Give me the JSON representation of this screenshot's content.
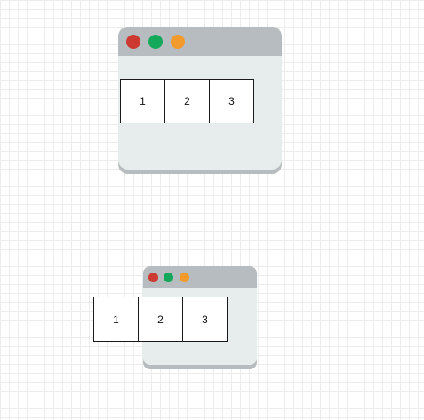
{
  "colors": {
    "close": "#cc3a31",
    "minimize": "#14a85a",
    "maximize": "#f39a2d",
    "titlebar": "#b6bcbf",
    "window_body": "#e7eced",
    "grid": "#ececec"
  },
  "diagrams": [
    {
      "controls": [
        "close",
        "minimize",
        "maximize"
      ],
      "items": [
        "1",
        "2",
        "3"
      ],
      "fits_inside_window": true
    },
    {
      "controls": [
        "close",
        "minimize",
        "maximize"
      ],
      "items": [
        "1",
        "2",
        "3"
      ],
      "fits_inside_window": false
    }
  ]
}
